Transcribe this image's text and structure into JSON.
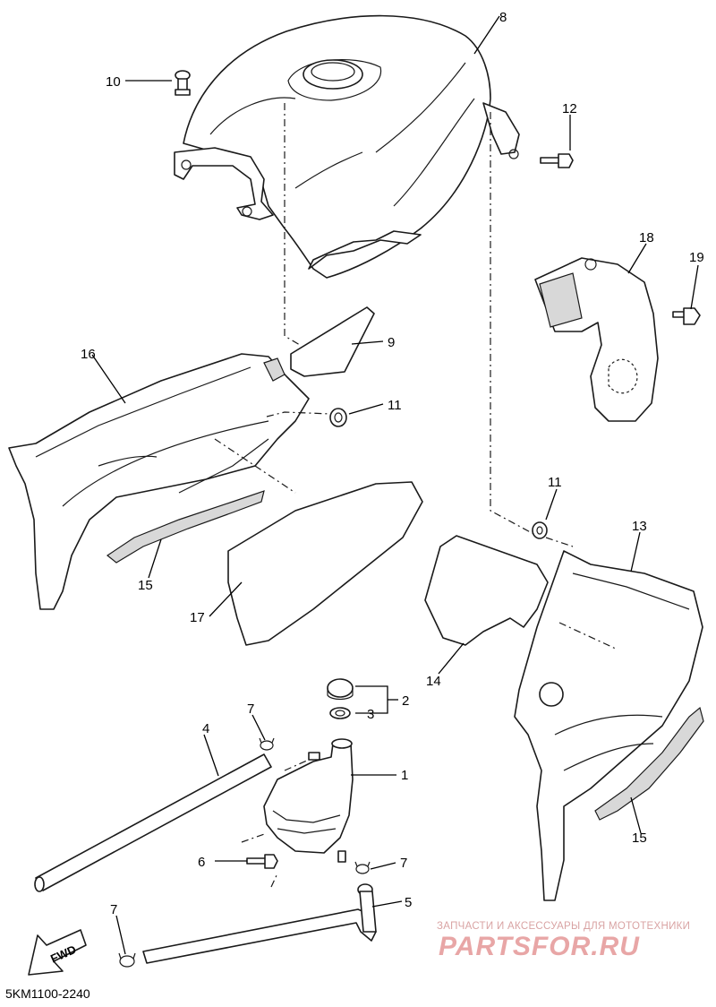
{
  "diagram": {
    "code": "5KM1100-2240",
    "fwd_label": "FWD",
    "watermark": {
      "line1": "ЗАПЧАСТИ И АКСЕССУАРЫ ДЛЯ МОТОТЕХНИКИ",
      "line2": "PARTSFOR.RU"
    },
    "callouts": {
      "p1": "1",
      "p2": "2",
      "p3": "3",
      "p4": "4",
      "p5": "5",
      "p6": "6",
      "p7a": "7",
      "p7b": "7",
      "p7c": "7",
      "p8": "8",
      "p9": "9",
      "p10": "10",
      "p11a": "11",
      "p11b": "11",
      "p12": "12",
      "p13": "13",
      "p14": "14",
      "p15a": "15",
      "p15b": "15",
      "p16": "16",
      "p17": "17",
      "p18": "18",
      "p19": "19"
    }
  }
}
